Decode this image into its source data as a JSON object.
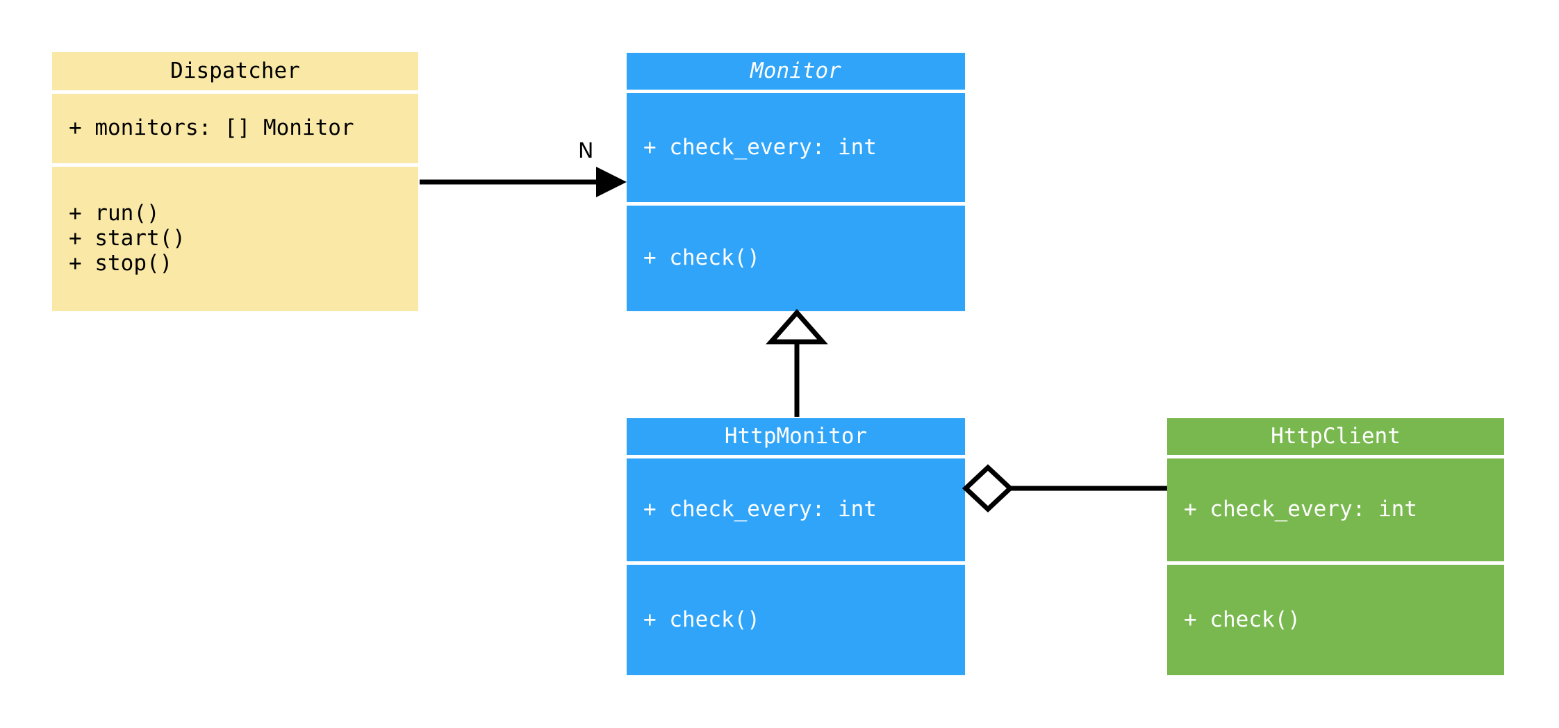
{
  "diagram": {
    "type": "uml-class-diagram",
    "background": "#ffffff",
    "palette": {
      "yellow": "#fae9a6",
      "blue": "#2fa4f9",
      "green": "#79b84f",
      "line": "#000000",
      "text_on_yellow": "#000000",
      "text_on_blue": "#ffffff",
      "text_on_green": "#ffffff"
    }
  },
  "classes": {
    "dispatcher": {
      "name": "Dispatcher",
      "stereotype": "concrete",
      "color": "#fae9a6",
      "attributes": [
        "+ monitors: [] Monitor"
      ],
      "methods": [
        "+ run()",
        "+ start()",
        "+ stop()"
      ]
    },
    "monitor": {
      "name": "Monitor",
      "stereotype": "abstract",
      "color": "#2fa4f9",
      "attributes": [
        "+ check_every: int"
      ],
      "methods": [
        "+ check()"
      ]
    },
    "http_monitor": {
      "name": "HttpMonitor",
      "stereotype": "concrete",
      "color": "#2fa4f9",
      "attributes": [
        "+ check_every: int"
      ],
      "methods": [
        "+ check()"
      ]
    },
    "http_client": {
      "name": "HttpClient",
      "stereotype": "concrete",
      "color": "#79b84f",
      "attributes": [
        "+ check_every: int"
      ],
      "methods": [
        "+ check()"
      ]
    }
  },
  "relationships": {
    "dispatcher_to_monitor": {
      "from": "Dispatcher",
      "to": "Monitor",
      "kind": "association-arrow",
      "label": "N"
    },
    "httpmonitor_to_monitor": {
      "from": "HttpMonitor",
      "to": "Monitor",
      "kind": "generalization",
      "label": ""
    },
    "httpmonitor_to_httpclient": {
      "from": "HttpMonitor",
      "to": "HttpClient",
      "kind": "aggregation",
      "label": ""
    }
  }
}
